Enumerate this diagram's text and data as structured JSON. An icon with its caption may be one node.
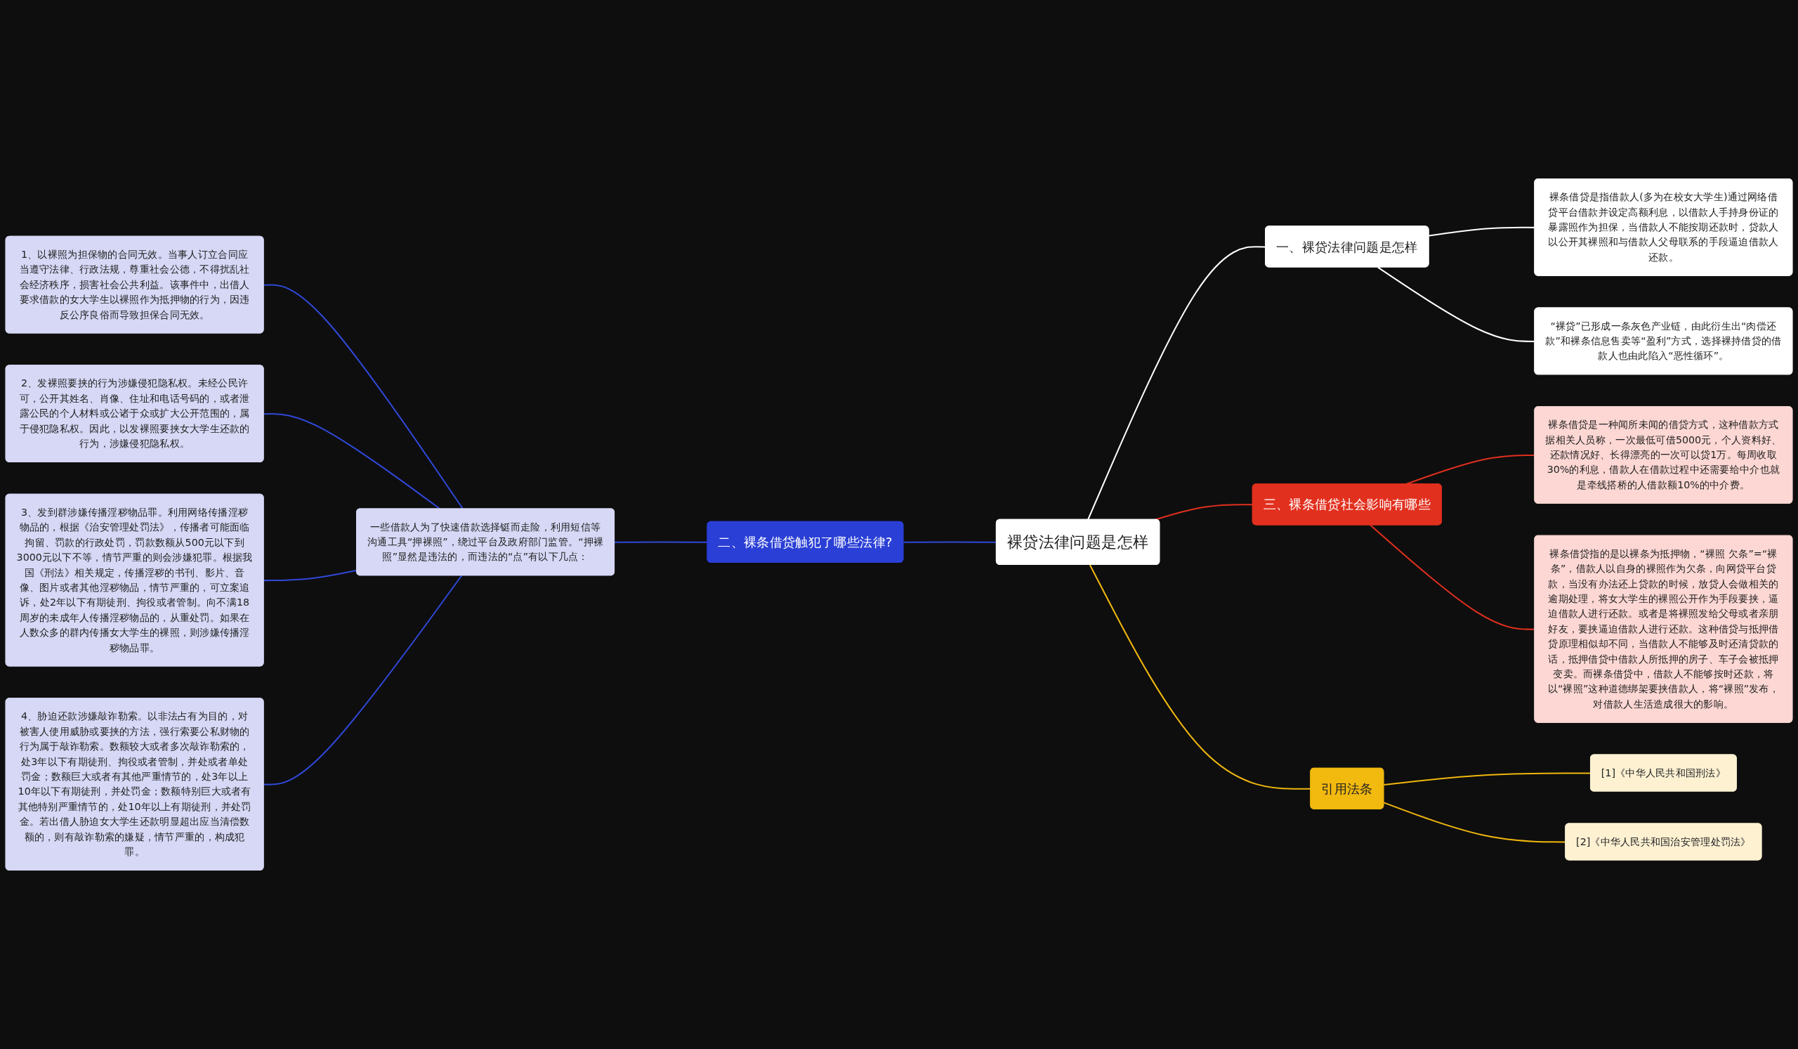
{
  "diagram": {
    "nodes": [
      {
        "text": [
          "裸贷法律问题是怎样"
        ]
      },
      {
        "text": [
          "一、裸贷法律问题是怎样"
        ]
      },
      {
        "text": [
          "裸条借贷是指借款人(多为在校女大学生)通过网络借贷平台借款并设定高额利息，以借款人手持身份证的暴露照作为担保，当借款人不能按期还款时，贷款人以公开其裸照和与借款人父母联系的手段逼迫借款人还款。"
        ]
      },
      {
        "text": [
          "“裸贷”已形成一条灰色产业链，由此衍生出“肉偿还款”和裸条信息售卖等“盈利”方式，选择裸持借贷的借款人也由此陷入“恶性循环”。"
        ]
      },
      {
        "text": [
          "二、裸条借贷触犯了哪些法律?"
        ]
      },
      {
        "text": [
          "一些借款人为了快速借款选择铤而走险，利用短信等沟通工具“押裸照”，绕过平台及政府部门监管。“押裸照”显然是违法的，而违法的“点”有以下几点："
        ]
      },
      {
        "text": [
          "1、以裸照为担保物的合同无效。当事人订立合同应当遵守法律、行政法规，尊重社会公德，不得扰乱社会经济秩序，损害社会公共利益。该事件中，出借人要求借款的女大学生以裸照作为抵押物的行为，因违反公序良俗而导致担保合同无效。"
        ]
      },
      {
        "text": [
          "2、发裸照要挟的行为涉嫌侵犯隐私权。未经公民许可，公开其姓名、肖像、住址和电话号码的，或者泄露公民的个人材料或公诸于众或扩大公开范围的，属于侵犯隐私权。因此，以发裸照要挟女大学生还款的行为，涉嫌侵犯隐私权。"
        ]
      },
      {
        "text": [
          "3、发到群涉嫌传播淫秽物品罪。利用网络传播淫秽物品的，根据《治安管理处罚法》，传播者可能面临拘留、罚款的行政处罚，罚款数额从500元以下到3000元以下不等，情节严重的则会涉嫌犯罪。根据我国《刑法》相关规定，传播淫秽的书刊、影片、音像、图片或者其他淫秽物品，情节严重的，可立案追诉，处2年以下有期徒刑、拘役或者管制。向不满18周岁的未成年人传播淫秽物品的，从重处罚。如果在人数众多的群内传播女大学生的裸照，则涉嫌传播淫秽物品罪。"
        ]
      },
      {
        "text": [
          "4、胁迫还款涉嫌敲诈勒索。以非法占有为目的，对被害人使用威胁或要挟的方法，强行索要公私财物的行为属于敲诈勒索。数额较大或者多次敲诈勒索的，处3年以下有期徒刑、拘役或者管制，并处或者单处罚金；数额巨大或者有其他严重情节的，处3年以上10年以下有期徒刑，并处罚金；数额特别巨大或者有其他特别严重情节的，处10年以上有期徒刑，并处罚金。若出借人胁迫女大学生还款明显超出应当清偿数额的，则有敲诈勒索的嫌疑，情节严重的，构成犯罪。"
        ]
      },
      {
        "text": [
          "三、裸条借贷社会影响有哪些"
        ]
      },
      {
        "text": [
          "裸条借贷是一种闻所未闻的借贷方式，这种借款方式据相关人员称，一次最低可借5000元，个人资料好、还款情况好、长得漂亮的一次可以贷1万。每周收取30%的利息，借款人在借款过程中还需要给中介也就是牵线搭桥的人借款额10%的中介费。"
        ]
      },
      {
        "text": [
          "裸条借贷指的是以裸条为抵押物，“裸照 欠条”=“裸条”，借款人以自身的裸照作为欠条，向网贷平台贷款，当没有办法还上贷款的时候，放贷人会做相关的逾期处理，将女大学生的裸照公开作为手段要挟，逼迫借款人进行还款。或者是将裸照发给父母或者亲朋好友，要挟逼迫借款人进行还款。这种借贷与抵押借贷原理相似却不同，当借款人不能够及时还清贷款的话，抵押借贷中借款人所抵押的房子、车子会被抵押变卖。而裸条借贷中，借款人不能够按时还款，将以“裸照”这种道德绑架要挟借款人，将“裸照”发布，对借款人生活造成很大的影响。"
        ]
      },
      {
        "text": [
          "引用法条"
        ]
      },
      {
        "text": [
          "[1]《中华人民共和国刑法》"
        ]
      },
      {
        "text": [
          "[2]《中华人民共和国治安管理处罚法》"
        ]
      }
    ],
    "edges": [
      {
        "from": 0,
        "to": 1,
        "arrow": "none",
        "color": "#ffffff"
      },
      {
        "from": 1,
        "to": 2,
        "arrow": "none",
        "color": "#ffffff"
      },
      {
        "from": 1,
        "to": 3,
        "arrow": "none",
        "color": "#ffffff"
      },
      {
        "from": 4,
        "to": 0,
        "arrow": "none"
      },
      {
        "from": 5,
        "to": 4,
        "arrow": "none"
      },
      {
        "from": 6,
        "to": 5,
        "arrow": "none"
      },
      {
        "from": 7,
        "to": 5,
        "arrow": "none"
      },
      {
        "from": 8,
        "to": 5,
        "arrow": "none"
      },
      {
        "from": 9,
        "to": 5,
        "arrow": "none"
      },
      {
        "from": 0,
        "to": 10,
        "arrow": "none",
        "color": "#e0301e"
      },
      {
        "from": 10,
        "to": 11,
        "arrow": "none",
        "color": "#e0301e"
      },
      {
        "from": 10,
        "to": 12,
        "arrow": "none",
        "color": "#e0301e"
      },
      {
        "from": 0,
        "to": 13,
        "arrow": "none",
        "color": "#f0b70e"
      },
      {
        "from": 13,
        "to": 14,
        "arrow": "none",
        "color": "#f0b70e"
      },
      {
        "from": 13,
        "to": 15,
        "arrow": "none",
        "color": "#f0b70e"
      }
    ]
  }
}
